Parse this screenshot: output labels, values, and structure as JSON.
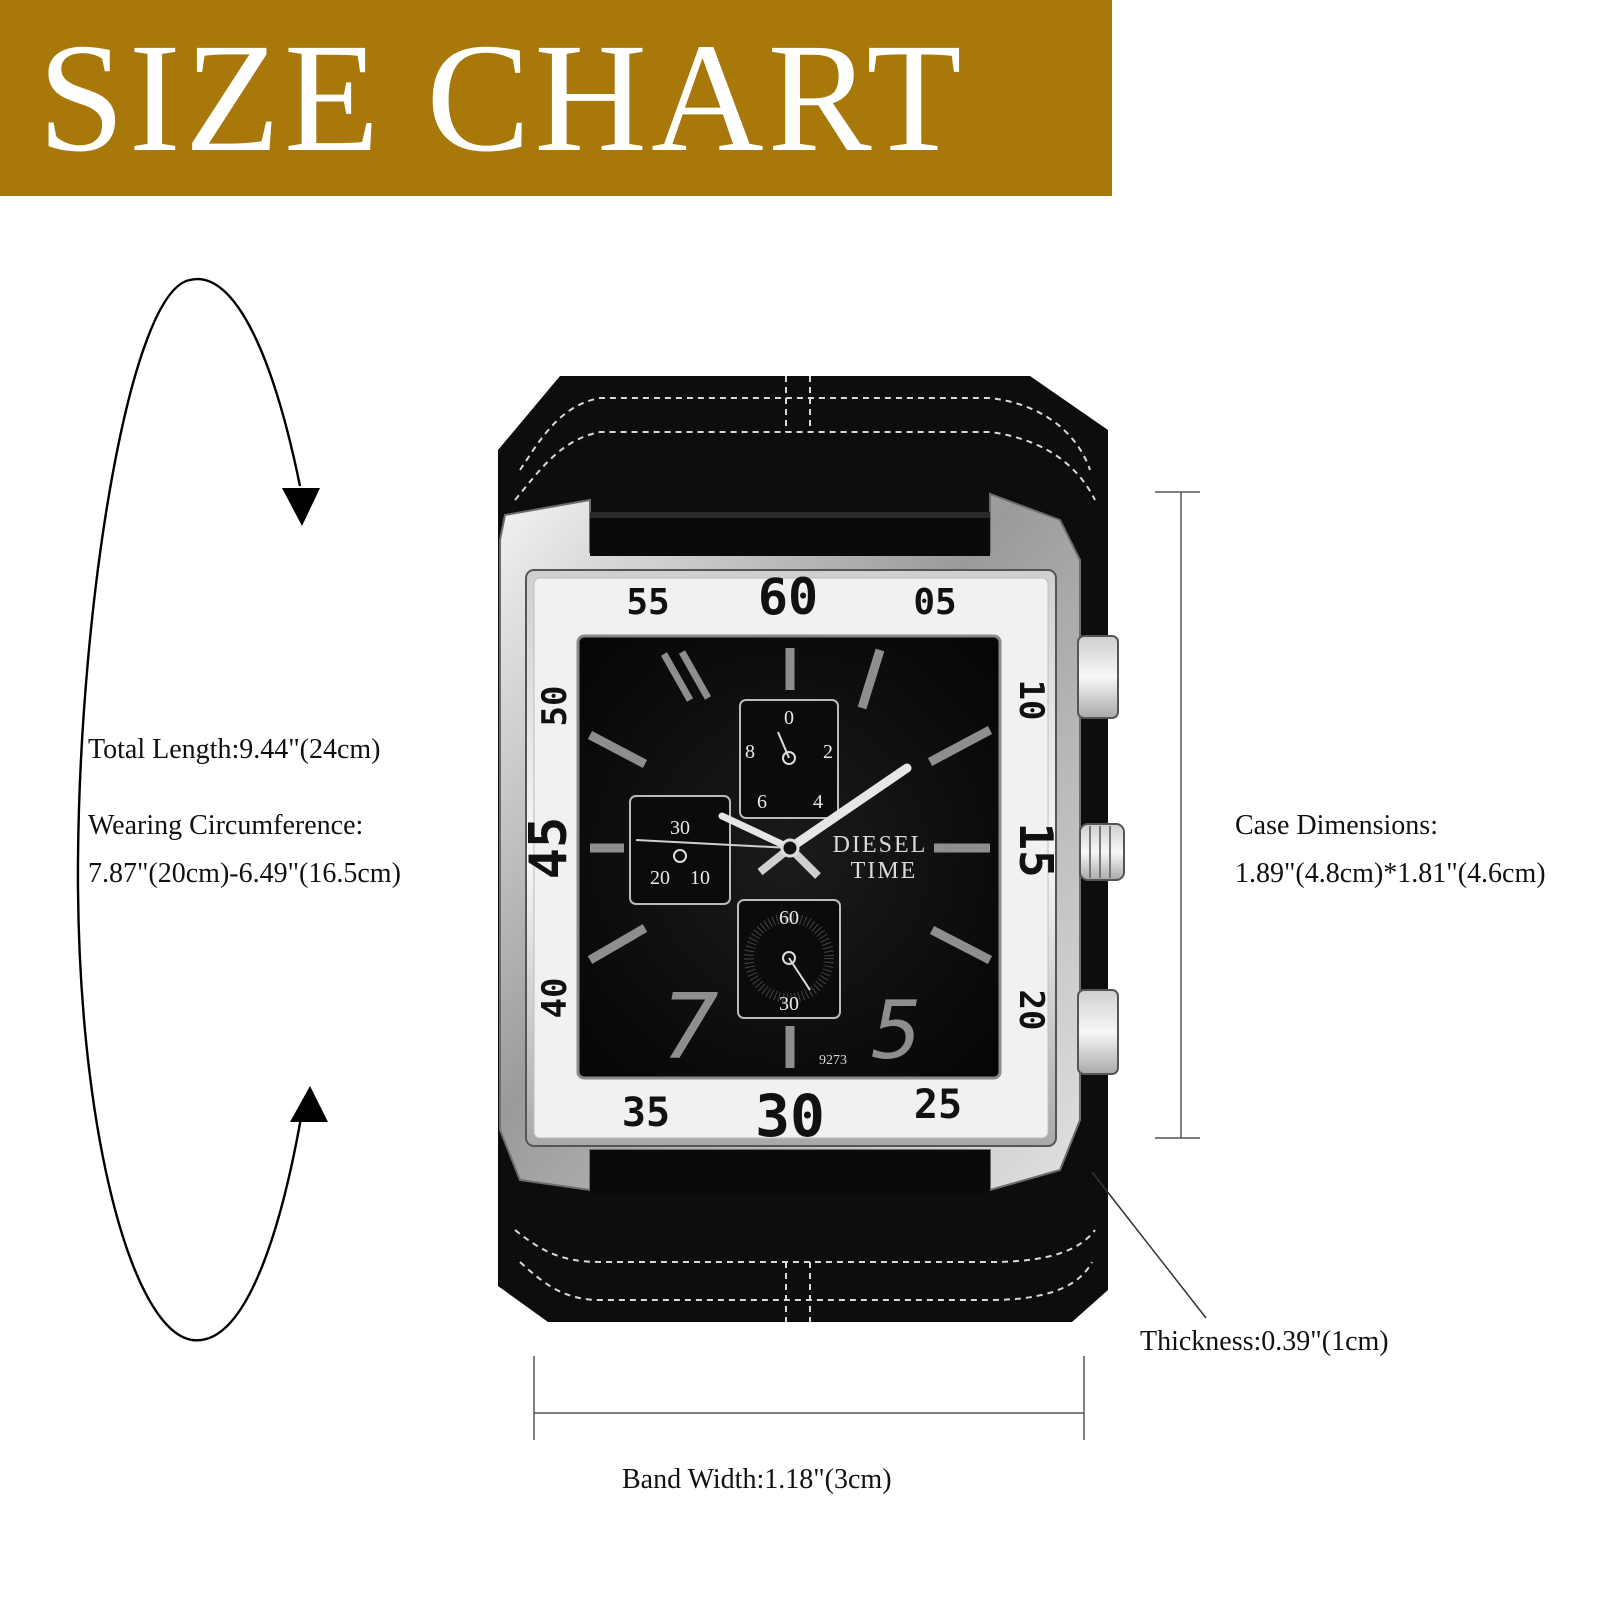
{
  "banner": {
    "title": "SIZE CHART",
    "color": "#a8780a"
  },
  "measurements": {
    "total_length": "Total Length:9.44\"(24cm)",
    "wearing_circumference_label": "Wearing Circumference:",
    "wearing_circumference_value": "7.87\"(20cm)-6.49\"(16.5cm)",
    "case_dimensions_label": "Case Dimensions:",
    "case_dimensions_value": "1.89\"(4.8cm)*1.81\"(4.6cm)",
    "thickness": "Thickness:0.39\"(1cm)",
    "band_width": "Band Width:1.18\"(3cm)"
  },
  "watch": {
    "bezel_numbers": {
      "n60": "60",
      "n05": "05",
      "n10": "10",
      "n15": "15",
      "n20": "20",
      "n25": "25",
      "n30": "30",
      "n35": "35",
      "n40": "40",
      "n45": "45",
      "n50": "50",
      "n55": "55"
    },
    "brand_line1": "DIESEL",
    "brand_line2": "TIME",
    "model_number": "9273",
    "subdial_top": {
      "top": "0",
      "left": "8",
      "right": "2",
      "bottom_left": "6",
      "bottom_right": "4"
    },
    "subdial_left": {
      "top": "30",
      "bottom_left": "20",
      "bottom_right": "10"
    },
    "subdial_bottom": {
      "top": "60",
      "bottom": "30"
    },
    "dial_numerals": {
      "seven": "7",
      "five": "5"
    }
  }
}
